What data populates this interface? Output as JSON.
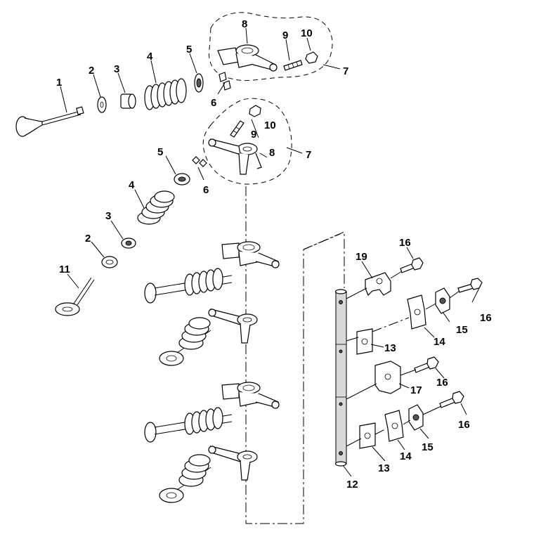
{
  "callouts": [
    {
      "id": "c1",
      "text": "1"
    },
    {
      "id": "c2a",
      "text": "2"
    },
    {
      "id": "c3a",
      "text": "3"
    },
    {
      "id": "c4a",
      "text": "4"
    },
    {
      "id": "c5a",
      "text": "5"
    },
    {
      "id": "c6a",
      "text": "6"
    },
    {
      "id": "c7a",
      "text": "7"
    },
    {
      "id": "c8a",
      "text": "8"
    },
    {
      "id": "c9a",
      "text": "9"
    },
    {
      "id": "c10a",
      "text": "10"
    },
    {
      "id": "c10b",
      "text": "10"
    },
    {
      "id": "c9b",
      "text": "9"
    },
    {
      "id": "c8b",
      "text": "8"
    },
    {
      "id": "c7b",
      "text": "7"
    },
    {
      "id": "c5b",
      "text": "5"
    },
    {
      "id": "c6b",
      "text": "6"
    },
    {
      "id": "c4b",
      "text": "4"
    },
    {
      "id": "c3b",
      "text": "3"
    },
    {
      "id": "c2b",
      "text": "2"
    },
    {
      "id": "c11",
      "text": "11"
    },
    {
      "id": "c12",
      "text": "12"
    },
    {
      "id": "c13a",
      "text": "13"
    },
    {
      "id": "c13b",
      "text": "13"
    },
    {
      "id": "c14a",
      "text": "14"
    },
    {
      "id": "c14b",
      "text": "14"
    },
    {
      "id": "c15a",
      "text": "15"
    },
    {
      "id": "c15b",
      "text": "15"
    },
    {
      "id": "c16a",
      "text": "16"
    },
    {
      "id": "c16b",
      "text": "16"
    },
    {
      "id": "c16c",
      "text": "16"
    },
    {
      "id": "c16d",
      "text": "16"
    },
    {
      "id": "c17",
      "text": "17"
    },
    {
      "id": "c19",
      "text": "19"
    }
  ]
}
